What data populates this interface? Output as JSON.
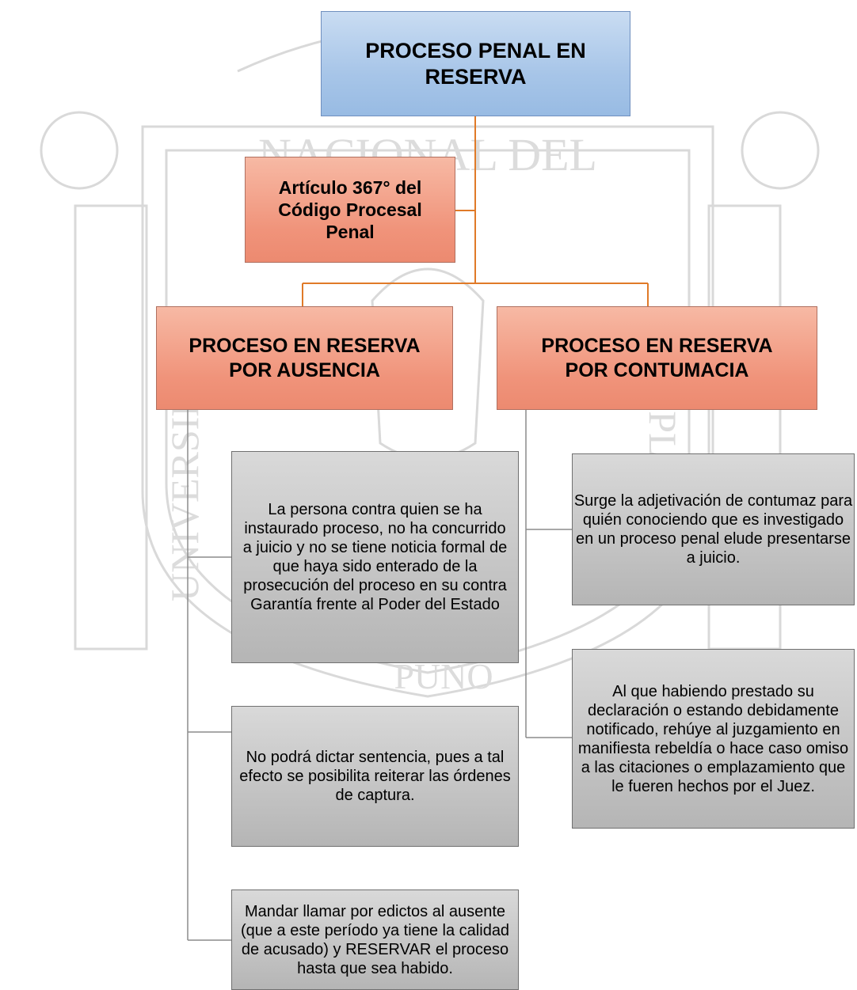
{
  "watermark": {
    "text_top": "NACIONAL DEL",
    "text_left": "UNIVERSIDAD",
    "text_right": "ALTIPLANO",
    "text_bottom": "PUNO",
    "color": "#d6d6d6"
  },
  "colors": {
    "blue_box": "#a7c5e8",
    "orange_box": "#f0937a",
    "gray_box": "#c4c4c4",
    "connector_orange": "#e07a28",
    "connector_gray": "#8c8c8c"
  },
  "root": {
    "label": "PROCESO PENAL EN RESERVA"
  },
  "article": {
    "label": "Artículo 367° del Código Procesal Penal"
  },
  "branches": {
    "ausencia": {
      "label": "PROCESO EN RESERVA POR AUSENCIA",
      "items": [
        "La persona contra quien se ha instaurado proceso, no ha concurrido a juicio y no se tiene noticia formal de que haya sido enterado de la prosecución del proceso en su contra Garantía frente al Poder del Estado",
        "No podrá dictar sentencia, pues a tal efecto se posibilita reiterar las órdenes de captura.",
        "Mandar llamar por edictos al ausente (que a este período ya tiene la calidad de acusado) y RESERVAR el proceso hasta que sea habido."
      ]
    },
    "contumacia": {
      "label": "PROCESO EN RESERVA POR CONTUMACIA",
      "items": [
        "Surge la adjetivación de contumaz para quién conociendo que es investigado en un proceso penal elude presentarse a juicio.",
        "Al que habiendo prestado su declaración o estando debidamente notificado, rehúye al juzgamiento en manifiesta rebeldía o hace caso omiso a las citaciones o emplazamiento que le fueren hechos por el Juez."
      ]
    }
  }
}
